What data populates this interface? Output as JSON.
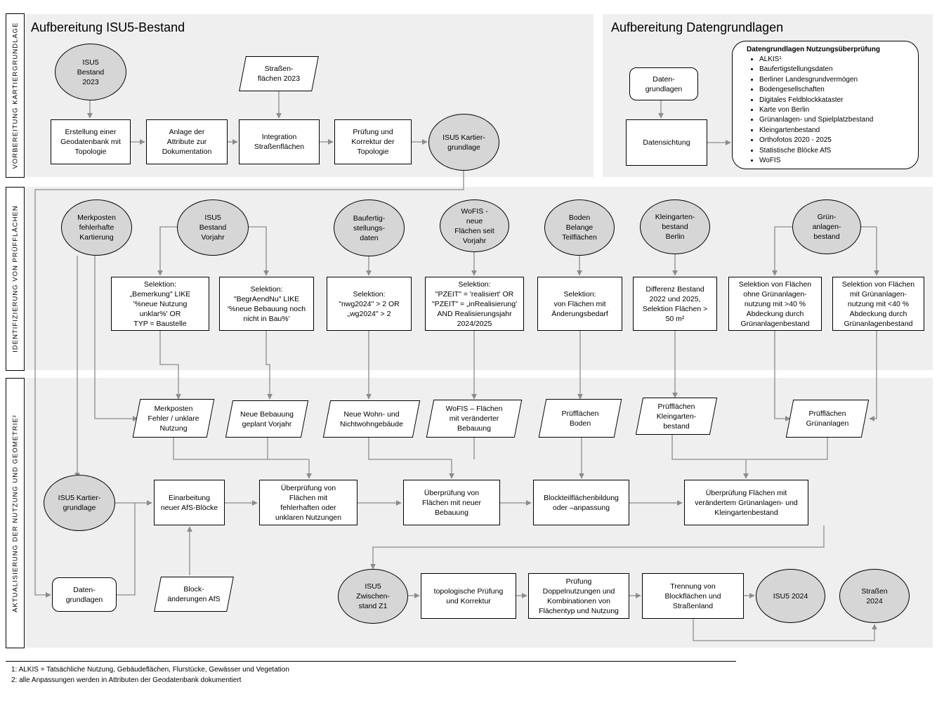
{
  "sections": {
    "vorbereitung": {
      "label": "VORBEREITUNG KARTIERGRUNDLAGE",
      "title_isu5": "Aufbereitung ISU5-Bestand",
      "title_daten": "Aufbereitung Datengrundlagen"
    },
    "identifizierung": {
      "label": "IDENTIFIZIERUNG VON PRÜFFLÄCHEN"
    },
    "aktualisierung": {
      "label": "AKTUALISIERUNG DER NUTZUNG UND GEOMETRIE²"
    }
  },
  "nodes": {
    "isu5_bestand_2023": "ISU5\nBestand\n2023",
    "strassen_2023": "Straßen-\nflächen 2023",
    "erstellung_geodatenbank": "Erstellung einer\nGeodatenbank mit\nTopologie",
    "anlage_attribute": "Anlage der\nAttribute zur\nDokumentation",
    "integration_strassen": "Integration\nStraßenflächen",
    "pruefung_topologie": "Prüfung und\nKorrektur der\nTopologie",
    "isu5_kartiergrundlage_top": "ISU5 Kartier-\ngrundlage",
    "datengrundlagen_top": "Daten-\ngrundlagen",
    "datensichtung": "Datensichtung",
    "merkposten": "Merkposten\nfehlerhafte\nKartierung",
    "isu5_vorjahr": "ISU5\nBestand\nVorjahr",
    "baufertig_daten": "Baufertig-\nstellungs-\ndaten",
    "wofis_neu": "WoFIS -\nneue\nFlächen seit\nVorjahr",
    "boden_teilflaechen": "Boden\nBelange\nTeilflächen",
    "kleingarten_bestand": "Kleingarten-\nbestand\nBerlin",
    "gruenanlagen_bestand": "Grün-\nanlagen-\nbestand",
    "sel_bemerkung": "Selektion:\n„Bemerkung\" LIKE\n'%neue Nutzung\nunklar%' OR\nTYP = Baustelle",
    "sel_begr": "Selektion:\n\"BegrAendNu\" LIKE\n'%neue Bebauung noch\nnicht in Bau%'",
    "sel_nwg": "Selektion:\n\"nwg2024\" > 2 OR\n„wg2024\" > 2",
    "sel_pzeit": "Selektion:\n\"PZEIT\" = 'realisiert' OR\n\"PZEIT\" = „inRealisierung'\nAND Realisierungsjahr\n2024/2025",
    "sel_boden": "Selektion:\nvon Flächen mit\nÄnderungsbedarf",
    "diff_kleingarten": "Differenz Bestand\n2022 und 2025,\nSelektion Flächen >\n50 m²",
    "sel_ohne_gruen": "Selektion von Flächen\nohne Grünanlagen-\nnutzung mit >40 %\nAbdeckung durch\nGrünanlagenbestand",
    "sel_mit_gruen": "Selektion von Flächen\nmit Grünanlagen-\nnutzung mit <40 %\nAbdeckung durch\nGrünanlagenbestand",
    "p_merkposten": "Merkposten\nFehler / unklare\nNutzung",
    "p_neue_bebauung": "Neue Bebauung\ngeplant Vorjahr",
    "p_wohn": "Neue Wohn- und\nNichtwohngebäude",
    "p_wofis": "WoFIS – Flächen\nmit veränderter\nBebauung",
    "p_boden": "Prüfflächen\nBoden",
    "p_kleingarten": "Prüfflächen\nKleingarten-\nbestand",
    "p_gruen": "Prüfflächen\nGrünanlagen",
    "isu5_kartiergrundlage_mid": "ISU5 Kartier-\ngrundlage",
    "einarbeitung_afs": "Einarbeitung\nneuer AfS-Blöcke",
    "ueberpruefung_fehler": "Überprüfung von\nFlächen mit\nfehlerhaften oder\nunklaren Nutzungen",
    "ueberpruefung_bebauung": "Überprüfung von\nFlächen mit neuer\nBebauung",
    "blockteilflaechen": "Blockteilflächenbildung\noder –anpassung",
    "ueberpruefung_gruen": "Überprüfung Flächen mit\nverändertem Grünanlagen- und\nKleingartenbestand",
    "datengrundlagen_bottom": "Daten-\ngrundlagen",
    "block_aenderungen": "Block-\nänderungen AfS",
    "isu5_zwischenstand": "ISU5\nZwischen-\nstand Z1",
    "topo_pruefung": "topologische Prüfung\nund Korrektur",
    "pruefung_doppel": "Prüfung\nDoppelnutzungen und\nKombinationen von\nFlächentyp und Nutzung",
    "trennung": "Trennung von\nBlockflächen und\nStraßenland",
    "isu5_2024": "ISU5 2024",
    "strassen_2024": "Straßen\n2024"
  },
  "datengrundlagen_list": {
    "title": "Datengrundlagen Nutzungsüberprüfung",
    "items": [
      "ALKIS¹",
      "Baufertigstellungsdaten",
      "Berliner Landesgrundvermögen",
      "Bodengesellschaften",
      "Digitales Feldblockkataster",
      "Karte von Berlin",
      "Grünanlagen- und Spielplatzbestand",
      "Kleingartenbestand",
      "Orthofotos 2020 - 2025",
      "Statistische Blöcke AfS",
      "WoFIS"
    ]
  },
  "footnotes": {
    "fn1": "1: ALKIS = Tatsächliche Nutzung, Gebäudeflächen, Flurstücke, Gewässer und Vegetation",
    "fn2": "2: alle Anpassungen werden in Attributen der Geodatenbank dokumentiert"
  },
  "colors": {
    "band": "#efefef",
    "ellipse": "#d6d6d6",
    "connector": "#8c8c8c",
    "border": "#000000"
  }
}
